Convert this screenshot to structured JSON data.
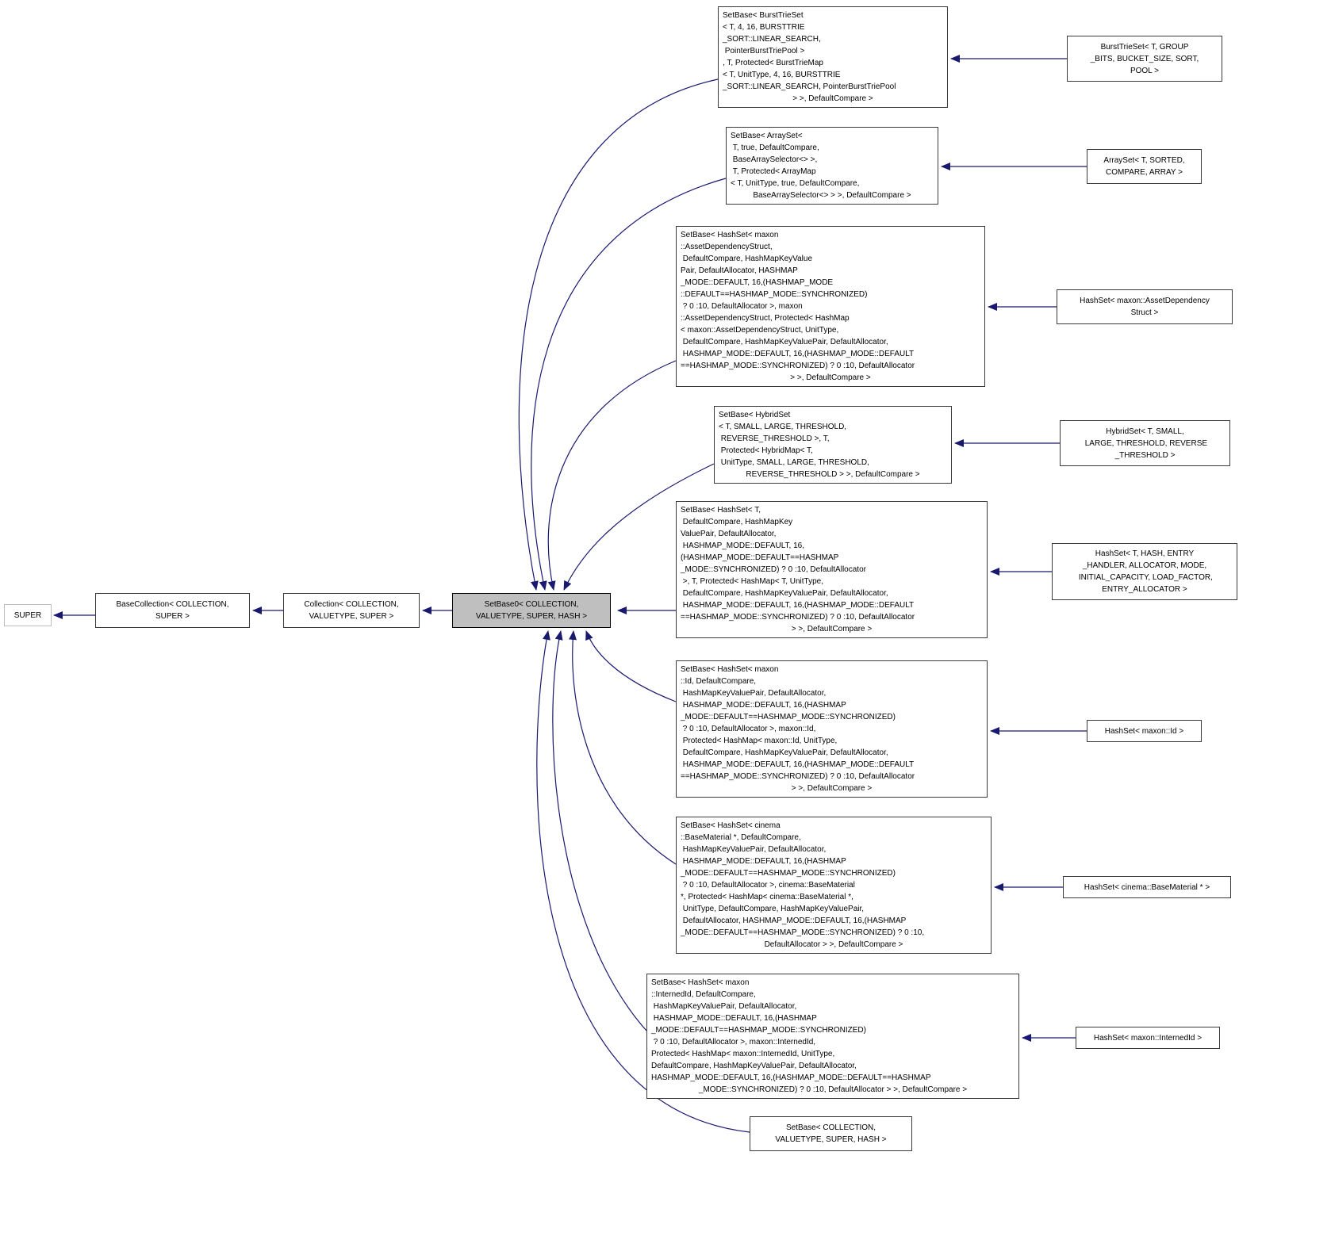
{
  "diagram_type": "class-inheritance-graph",
  "colors": {
    "edge": "#191970",
    "node_border": "#3a3a3a",
    "highlight_node_fill": "#bfbfbf",
    "external_node_border": "#bcbcbc",
    "background": "#ffffff"
  },
  "nodes": {
    "super": {
      "body": "",
      "tail": "SUPER"
    },
    "baseCollection": {
      "body": "BaseCollection< COLLECTION,",
      "tail": "SUPER >"
    },
    "collection": {
      "body": "Collection< COLLECTION,",
      "tail": "VALUETYPE, SUPER >"
    },
    "setBase0": {
      "body": "SetBase0< COLLECTION,",
      "tail": "VALUETYPE, SUPER, HASH >"
    },
    "sb_bursttrie": {
      "body": "SetBase< BurstTrieSet\n< T, 4, 16, BURSTTRIE\n_SORT::LINEAR_SEARCH,\n PointerBurstTriePool >\n, T, Protected< BurstTrieMap\n< T, UnitType, 4, 16, BURSTTRIE\n_SORT::LINEAR_SEARCH, PointerBurstTriePool",
      "tail": "> >, DefaultCompare >"
    },
    "sb_arrayset": {
      "body": "SetBase< ArraySet<\n T, true, DefaultCompare,\n BaseArraySelector<> >,\n T, Protected< ArrayMap\n< T, UnitType, true, DefaultCompare,",
      "tail": "BaseArraySelector<> > >, DefaultCompare >"
    },
    "sb_assetdep": {
      "body": "SetBase< HashSet< maxon\n::AssetDependencyStruct,\n DefaultCompare, HashMapKeyValue\nPair, DefaultAllocator, HASHMAP\n_MODE::DEFAULT, 16,(HASHMAP_MODE\n::DEFAULT==HASHMAP_MODE::SYNCHRONIZED)\n ? 0 :10, DefaultAllocator >, maxon\n::AssetDependencyStruct, Protected< HashMap\n< maxon::AssetDependencyStruct, UnitType,\n DefaultCompare, HashMapKeyValuePair, DefaultAllocator,\n HASHMAP_MODE::DEFAULT, 16,(HASHMAP_MODE::DEFAULT\n==HASHMAP_MODE::SYNCHRONIZED) ? 0 :10, DefaultAllocator",
      "tail": "> >, DefaultCompare >"
    },
    "sb_hybrid": {
      "body": "SetBase< HybridSet\n< T, SMALL, LARGE, THRESHOLD,\n REVERSE_THRESHOLD >, T,\n Protected< HybridMap< T,\n UnitType, SMALL, LARGE, THRESHOLD,",
      "tail": "REVERSE_THRESHOLD > >, DefaultCompare >"
    },
    "sb_hashset_t": {
      "body": "SetBase< HashSet< T,\n DefaultCompare, HashMapKey\nValuePair, DefaultAllocator,\n HASHMAP_MODE::DEFAULT, 16,\n(HASHMAP_MODE::DEFAULT==HASHMAP\n_MODE::SYNCHRONIZED) ? 0 :10, DefaultAllocator\n >, T, Protected< HashMap< T, UnitType,\n DefaultCompare, HashMapKeyValuePair, DefaultAllocator,\n HASHMAP_MODE::DEFAULT, 16,(HASHMAP_MODE::DEFAULT\n==HASHMAP_MODE::SYNCHRONIZED) ? 0 :10, DefaultAllocator",
      "tail": "> >, DefaultCompare >"
    },
    "sb_maxon_id": {
      "body": "SetBase< HashSet< maxon\n::Id, DefaultCompare,\n HashMapKeyValuePair, DefaultAllocator,\n HASHMAP_MODE::DEFAULT, 16,(HASHMAP\n_MODE::DEFAULT==HASHMAP_MODE::SYNCHRONIZED)\n ? 0 :10, DefaultAllocator >, maxon::Id,\n Protected< HashMap< maxon::Id, UnitType,\n DefaultCompare, HashMapKeyValuePair, DefaultAllocator,\n HASHMAP_MODE::DEFAULT, 16,(HASHMAP_MODE::DEFAULT\n==HASHMAP_MODE::SYNCHRONIZED) ? 0 :10, DefaultAllocator",
      "tail": "> >, DefaultCompare >"
    },
    "sb_cinema_mat": {
      "body": "SetBase< HashSet< cinema\n::BaseMaterial *, DefaultCompare,\n HashMapKeyValuePair, DefaultAllocator,\n HASHMAP_MODE::DEFAULT, 16,(HASHMAP\n_MODE::DEFAULT==HASHMAP_MODE::SYNCHRONIZED)\n ? 0 :10, DefaultAllocator >, cinema::BaseMaterial\n*, Protected< HashMap< cinema::BaseMaterial *,\n UnitType, DefaultCompare, HashMapKeyValuePair,\n DefaultAllocator, HASHMAP_MODE::DEFAULT, 16,(HASHMAP\n_MODE::DEFAULT==HASHMAP_MODE::SYNCHRONIZED) ? 0 :10,",
      "tail": "DefaultAllocator > >, DefaultCompare >"
    },
    "sb_interned": {
      "body": "SetBase< HashSet< maxon\n::InternedId, DefaultCompare,\n HashMapKeyValuePair, DefaultAllocator,\n HASHMAP_MODE::DEFAULT, 16,(HASHMAP\n_MODE::DEFAULT==HASHMAP_MODE::SYNCHRONIZED)\n ? 0 :10, DefaultAllocator >, maxon::InternedId,\nProtected< HashMap< maxon::InternedId, UnitType,\nDefaultCompare, HashMapKeyValuePair, DefaultAllocator,\nHASHMAP_MODE::DEFAULT, 16,(HASHMAP_MODE::DEFAULT==HASHMAP",
      "tail": "_MODE::SYNCHRONIZED) ? 0 :10, DefaultAllocator > >, DefaultCompare >"
    },
    "sb_collection": {
      "body": "SetBase< COLLECTION,",
      "tail": "VALUETYPE, SUPER, HASH >"
    },
    "bursttrieset": {
      "body": "BurstTrieSet< T, GROUP\n_BITS, BUCKET_SIZE, SORT,",
      "tail": "POOL >"
    },
    "arrayset": {
      "body": "ArraySet< T, SORTED,",
      "tail": "COMPARE, ARRAY >"
    },
    "hashset_assetdep": {
      "body": "HashSet< maxon::AssetDependency",
      "tail": "Struct >"
    },
    "hybridset": {
      "body": "HybridSet< T, SMALL,\n LARGE, THRESHOLD, REVERSE",
      "tail": "_THRESHOLD >"
    },
    "hashset_t": {
      "body": "HashSet< T, HASH, ENTRY\n_HANDLER, ALLOCATOR, MODE,\n INITIAL_CAPACITY, LOAD_FACTOR,",
      "tail": "ENTRY_ALLOCATOR >"
    },
    "hashset_maxon_id": {
      "body": "",
      "tail": "HashSet< maxon::Id >"
    },
    "hashset_cinema": {
      "body": "",
      "tail": "HashSet< cinema::BaseMaterial * >"
    },
    "hashset_interned": {
      "body": "",
      "tail": "HashSet< maxon::InternedId >"
    }
  },
  "edges": [
    {
      "from": "baseCollection",
      "to": "super"
    },
    {
      "from": "collection",
      "to": "baseCollection"
    },
    {
      "from": "setBase0",
      "to": "collection"
    },
    {
      "from": "sb_bursttrie",
      "to": "setBase0"
    },
    {
      "from": "sb_arrayset",
      "to": "setBase0"
    },
    {
      "from": "sb_assetdep",
      "to": "setBase0"
    },
    {
      "from": "sb_hybrid",
      "to": "setBase0"
    },
    {
      "from": "sb_hashset_t",
      "to": "setBase0"
    },
    {
      "from": "sb_maxon_id",
      "to": "setBase0"
    },
    {
      "from": "sb_cinema_mat",
      "to": "setBase0"
    },
    {
      "from": "sb_interned",
      "to": "setBase0"
    },
    {
      "from": "sb_collection",
      "to": "setBase0"
    },
    {
      "from": "bursttrieset",
      "to": "sb_bursttrie"
    },
    {
      "from": "arrayset",
      "to": "sb_arrayset"
    },
    {
      "from": "hashset_assetdep",
      "to": "sb_assetdep"
    },
    {
      "from": "hybridset",
      "to": "sb_hybrid"
    },
    {
      "from": "hashset_t",
      "to": "sb_hashset_t"
    },
    {
      "from": "hashset_maxon_id",
      "to": "sb_maxon_id"
    },
    {
      "from": "hashset_cinema",
      "to": "sb_cinema_mat"
    },
    {
      "from": "hashset_interned",
      "to": "sb_interned"
    }
  ]
}
